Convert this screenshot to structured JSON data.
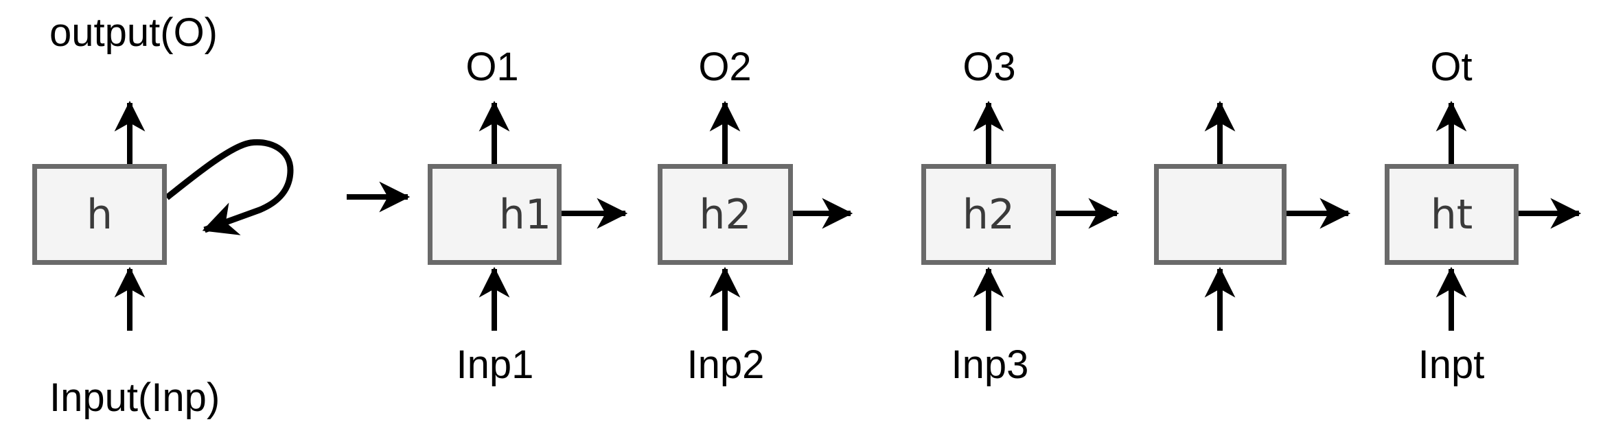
{
  "rolled": {
    "output_label": "output(O)",
    "input_label": "Input(Inp)",
    "state_label": "h"
  },
  "unrolled": {
    "cells": [
      {
        "output": "O1",
        "state": "h1",
        "input": "Inp1"
      },
      {
        "output": "O2",
        "state": "h2",
        "input": "Inp2"
      },
      {
        "output": "O3",
        "state": "h2",
        "input": "Inp3"
      },
      {
        "output": "",
        "state": "",
        "input": ""
      },
      {
        "output": "Ot",
        "state": "ht",
        "input": "Inpt"
      }
    ]
  },
  "colors": {
    "box_fill": "#f4f4f4",
    "box_border": "#6a6a6a",
    "arrow": "#000000",
    "state_text": "#3a3a3a",
    "label_text": "#000000"
  }
}
